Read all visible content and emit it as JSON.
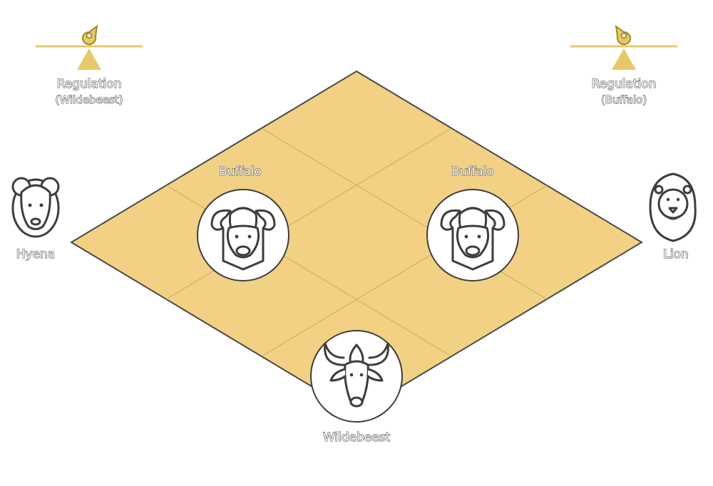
{
  "colors": {
    "board_fill": "#f2d184",
    "board_stroke": "#4a4a4a",
    "grid_line": "#c9ab66",
    "balance": "#e7c96a",
    "balance_dark": "#a08a25",
    "icon_stroke": "#3d3d3d"
  },
  "labels": {
    "regulation_left_line1": "Regulation",
    "regulation_left_line2": "(Wildebeest)",
    "regulation_right_line1": "Regulation",
    "regulation_right_line2": "(Buffalo)",
    "hyena": "Hyena",
    "lion": "Lion",
    "buffalo_left": "Buffalo",
    "buffalo_right": "Buffalo",
    "wildebeest": "Wildebeest"
  },
  "icons": {
    "balance_left": "balance-scale-icon",
    "balance_right": "balance-scale-icon",
    "hyena": "hyena-head-icon",
    "lion": "lion-head-icon",
    "buffalo_left": "buffalo-head-icon",
    "buffalo_right": "buffalo-head-icon",
    "wildebeest": "wildebeest-head-icon"
  }
}
